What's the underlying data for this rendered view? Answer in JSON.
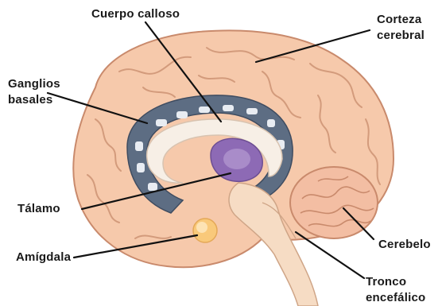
{
  "labels": {
    "cuerpo_calloso": "Cuerpo calloso",
    "corteza_line1": "Corteza",
    "corteza_line2": "cerebral",
    "ganglios_line1": "Ganglios",
    "ganglios_line2": "basales",
    "talamo": "Tálamo",
    "amigdala": "Amígdala",
    "cerebelo": "Cerebelo",
    "tronco_line1": "Tronco",
    "tronco_line2": "encefálico"
  },
  "colors": {
    "cortex_fill": "#f6c9ab",
    "cortex_stroke": "#c98a6c",
    "ventricle_blue": "#5d6d83",
    "thalamus_purple": "#8d6ab5",
    "brainstem": "#f6dcc4",
    "amygdala": "#f9c97a",
    "label_text": "#1a1a1a"
  }
}
